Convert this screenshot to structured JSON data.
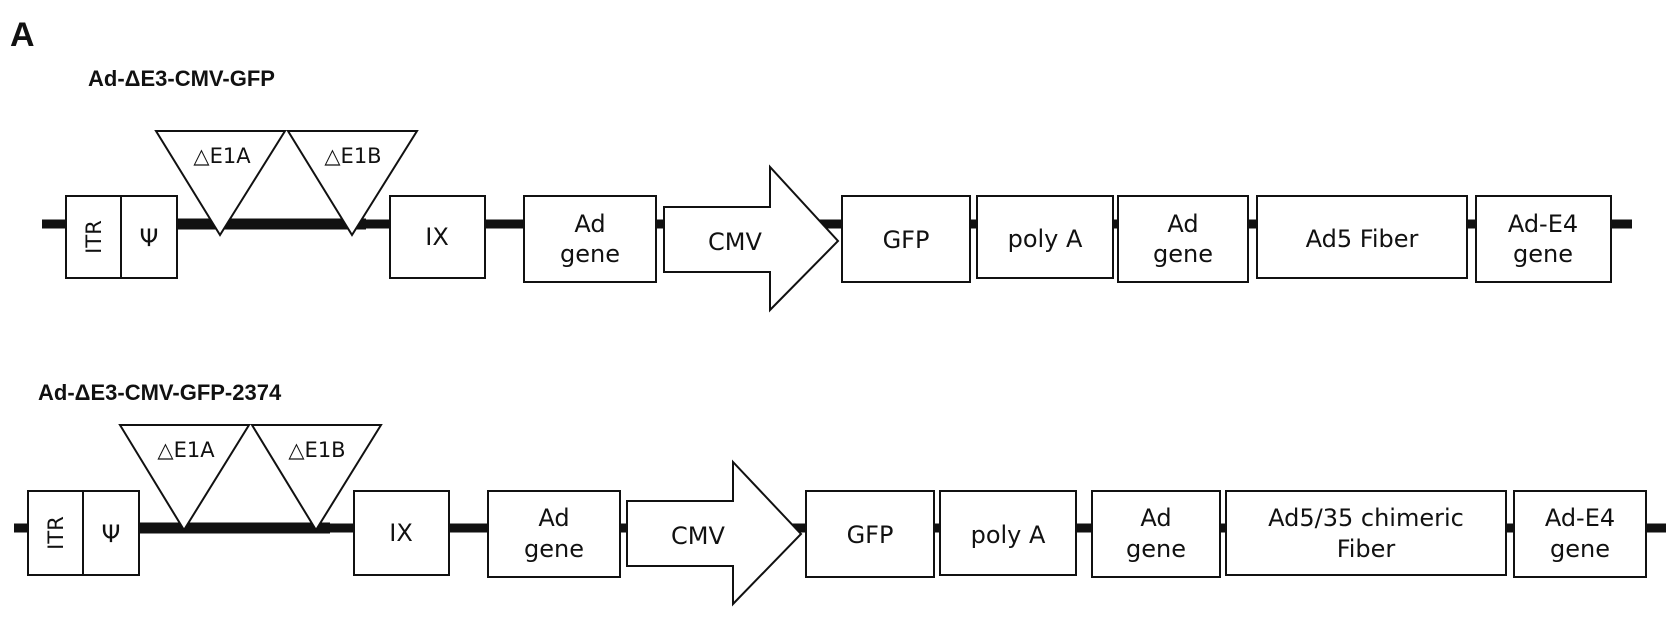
{
  "panel_label": "A",
  "constructs": [
    {
      "title": "Ad-ΔE3-CMV-GFP",
      "itr": "ITR",
      "psi": "Ψ",
      "deletions": [
        "△E1A",
        "△E1B"
      ],
      "ix": "IX",
      "ad_gene": [
        "Ad",
        "gene"
      ],
      "promoter": "CMV",
      "gfp": "GFP",
      "polya": "poly A",
      "ad_gene2": [
        "Ad",
        "gene"
      ],
      "fiber": [
        "Ad5 Fiber"
      ],
      "e4": [
        "Ad-E4",
        "gene"
      ]
    },
    {
      "title": "Ad-ΔE3-CMV-GFP-2374",
      "itr": "ITR",
      "psi": "Ψ",
      "deletions": [
        "△E1A",
        "△E1B"
      ],
      "ix": "IX",
      "ad_gene": [
        "Ad",
        "gene"
      ],
      "promoter": "CMV",
      "gfp": "GFP",
      "polya": "poly A",
      "ad_gene2": [
        "Ad",
        "gene"
      ],
      "fiber": [
        "Ad5/35 chimeric",
        "Fiber"
      ],
      "e4": [
        "Ad-E4",
        "gene"
      ]
    }
  ]
}
